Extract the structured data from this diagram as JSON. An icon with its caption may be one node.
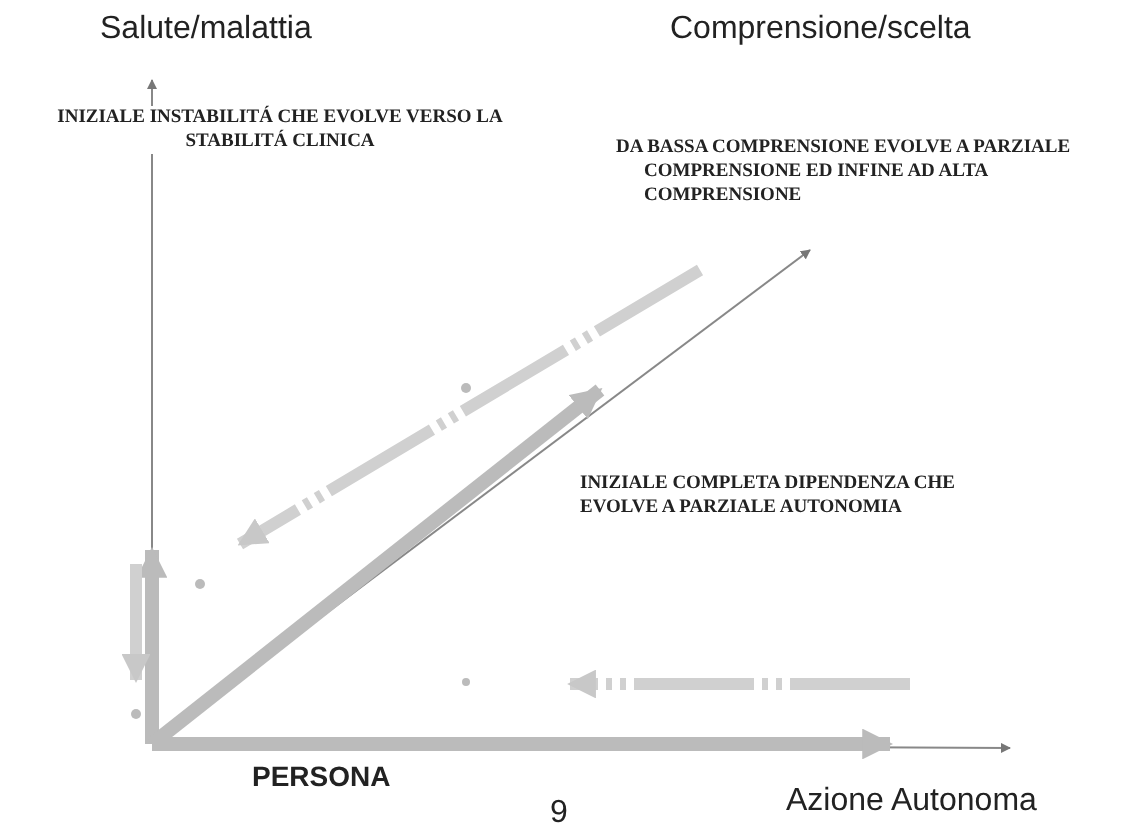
{
  "diagram": {
    "labels": [
      "Salute/malattia",
      "Comprensione/scelta",
      "INIZIALE INSTABILITÁ CHE EVOLVE VERSO LA STABILITÁ CLINICA",
      "DA BASSA COMPRENSIONE EVOLVE A PARZIALE COMPRENSIONE ED INFINE AD ALTA COMPRENSIONE",
      "INIZIALE COMPLETA DIPENDENZA CHE EVOLVE A PARZIALE AUTONOMIA",
      "PERSONA",
      "Azione Autonoma",
      "9"
    ]
  }
}
